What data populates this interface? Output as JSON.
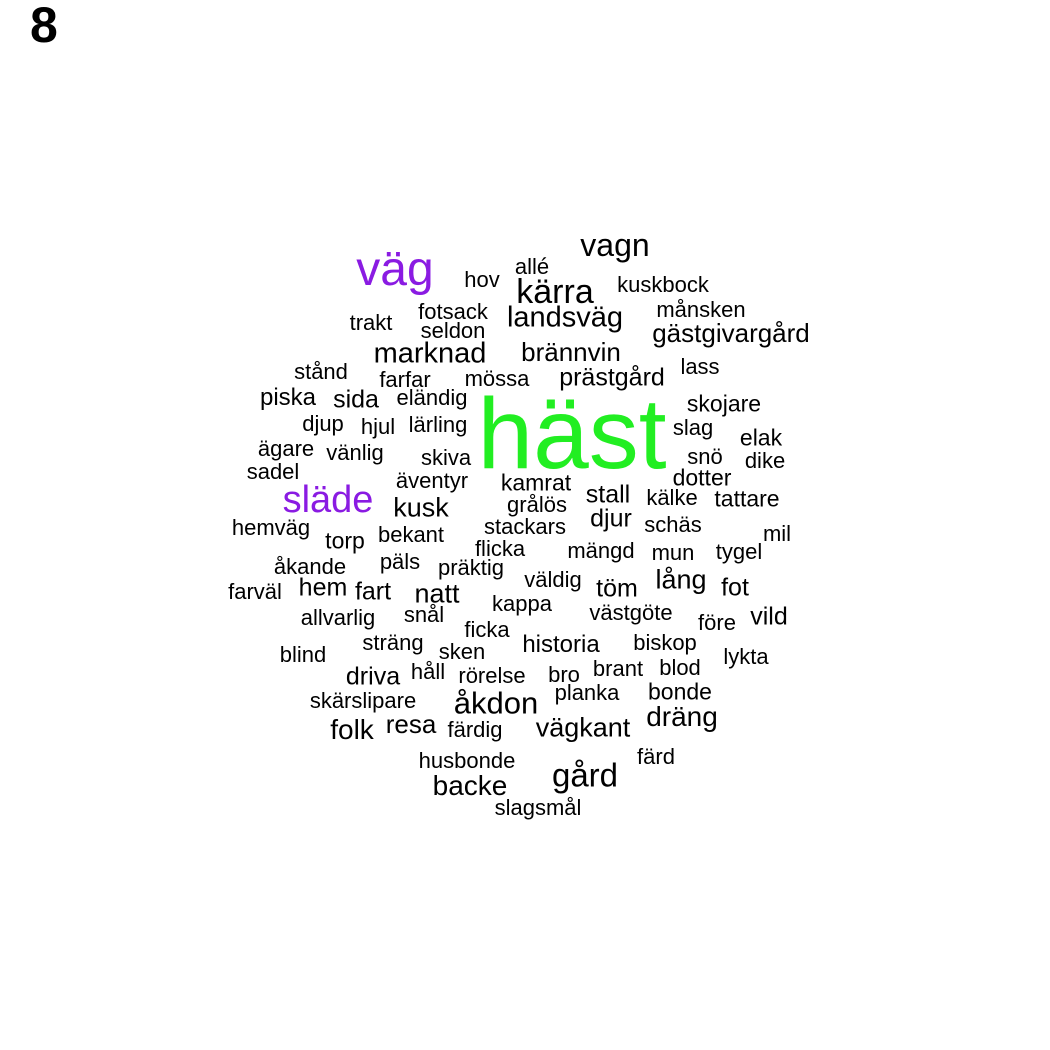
{
  "panel_label": "8",
  "colors": {
    "primary": "#22ee22",
    "secondary": "#8a1be2",
    "default": "#000000"
  },
  "words": [
    {
      "text": "häst",
      "weight": 100,
      "color": "primary"
    },
    {
      "text": "väg",
      "weight": 48,
      "color": "secondary"
    },
    {
      "text": "släde",
      "weight": 38,
      "color": "secondary"
    },
    {
      "text": "vagn",
      "weight": 33
    },
    {
      "text": "kärra",
      "weight": 34
    },
    {
      "text": "gård",
      "weight": 33
    },
    {
      "text": "åkdon",
      "weight": 30
    },
    {
      "text": "landsväg",
      "weight": 29
    },
    {
      "text": "marknad",
      "weight": 29
    },
    {
      "text": "dräng",
      "weight": 28
    },
    {
      "text": "folk",
      "weight": 28
    },
    {
      "text": "backe",
      "weight": 28
    },
    {
      "text": "natt",
      "weight": 27
    },
    {
      "text": "kusk",
      "weight": 27
    },
    {
      "text": "vägkant",
      "weight": 27
    },
    {
      "text": "lång",
      "weight": 27
    },
    {
      "text": "resa",
      "weight": 26
    },
    {
      "text": "gästgivargård",
      "weight": 26
    },
    {
      "text": "brännvin",
      "weight": 26
    },
    {
      "text": "prästgård",
      "weight": 26
    },
    {
      "text": "sida",
      "weight": 25
    },
    {
      "text": "fart",
      "weight": 25
    },
    {
      "text": "töm",
      "weight": 25
    },
    {
      "text": "fot",
      "weight": 25
    },
    {
      "text": "vild",
      "weight": 25
    },
    {
      "text": "hem",
      "weight": 25
    },
    {
      "text": "driva",
      "weight": 25
    },
    {
      "text": "djur",
      "weight": 25
    },
    {
      "text": "stall",
      "weight": 25
    },
    {
      "text": "historia",
      "weight": 24
    },
    {
      "text": "piska",
      "weight": 24
    },
    {
      "text": "torp",
      "weight": 23
    },
    {
      "text": "kamrat",
      "weight": 23
    },
    {
      "text": "dotter",
      "weight": 23
    },
    {
      "text": "tattare",
      "weight": 23
    },
    {
      "text": "elak",
      "weight": 23
    },
    {
      "text": "skojare",
      "weight": 23
    },
    {
      "text": "bonde",
      "weight": 23
    },
    {
      "text": "husbonde",
      "weight": 22
    },
    {
      "text": "mil",
      "weight": 22
    },
    {
      "text": "allé",
      "weight": 22
    },
    {
      "text": "hov",
      "weight": 22
    },
    {
      "text": "kuskbock",
      "weight": 22
    },
    {
      "text": "månsken",
      "weight": 22
    },
    {
      "text": "fotsack",
      "weight": 22
    },
    {
      "text": "seldon",
      "weight": 22
    },
    {
      "text": "trakt",
      "weight": 22
    },
    {
      "text": "stånd",
      "weight": 22
    },
    {
      "text": "farfar",
      "weight": 22
    },
    {
      "text": "mössa",
      "weight": 22
    },
    {
      "text": "lass",
      "weight": 22
    },
    {
      "text": "eländig",
      "weight": 22
    },
    {
      "text": "djup",
      "weight": 22
    },
    {
      "text": "hjul",
      "weight": 22
    },
    {
      "text": "lärling",
      "weight": 22
    },
    {
      "text": "slag",
      "weight": 22
    },
    {
      "text": "ägare",
      "weight": 22
    },
    {
      "text": "vänlig",
      "weight": 22
    },
    {
      "text": "skiva",
      "weight": 22
    },
    {
      "text": "snö",
      "weight": 22
    },
    {
      "text": "dike",
      "weight": 22
    },
    {
      "text": "sadel",
      "weight": 22
    },
    {
      "text": "äventyr",
      "weight": 22
    },
    {
      "text": "grålös",
      "weight": 22
    },
    {
      "text": "kälke",
      "weight": 22
    },
    {
      "text": "hemväg",
      "weight": 22
    },
    {
      "text": "bekant",
      "weight": 22
    },
    {
      "text": "stackars",
      "weight": 22
    },
    {
      "text": "schäs",
      "weight": 22
    },
    {
      "text": "flicka",
      "weight": 22
    },
    {
      "text": "mängd",
      "weight": 22
    },
    {
      "text": "mun",
      "weight": 22
    },
    {
      "text": "tygel",
      "weight": 22
    },
    {
      "text": "åkande",
      "weight": 22
    },
    {
      "text": "päls",
      "weight": 22
    },
    {
      "text": "präktig",
      "weight": 22
    },
    {
      "text": "väldig",
      "weight": 22
    },
    {
      "text": "farväl",
      "weight": 22
    },
    {
      "text": "kappa",
      "weight": 22
    },
    {
      "text": "västgöte",
      "weight": 22
    },
    {
      "text": "före",
      "weight": 22
    },
    {
      "text": "allvarlig",
      "weight": 22
    },
    {
      "text": "snål",
      "weight": 22
    },
    {
      "text": "ficka",
      "weight": 22
    },
    {
      "text": "sträng",
      "weight": 22
    },
    {
      "text": "biskop",
      "weight": 22
    },
    {
      "text": "blind",
      "weight": 22
    },
    {
      "text": "sken",
      "weight": 22
    },
    {
      "text": "lykta",
      "weight": 22
    },
    {
      "text": "håll",
      "weight": 22
    },
    {
      "text": "rörelse",
      "weight": 22
    },
    {
      "text": "bro",
      "weight": 22
    },
    {
      "text": "brant",
      "weight": 22
    },
    {
      "text": "blod",
      "weight": 22
    },
    {
      "text": "planka",
      "weight": 22
    },
    {
      "text": "skärslipare",
      "weight": 22
    },
    {
      "text": "färdig",
      "weight": 22
    },
    {
      "text": "färd",
      "weight": 22
    },
    {
      "text": "slagsmål",
      "weight": 22
    }
  ]
}
